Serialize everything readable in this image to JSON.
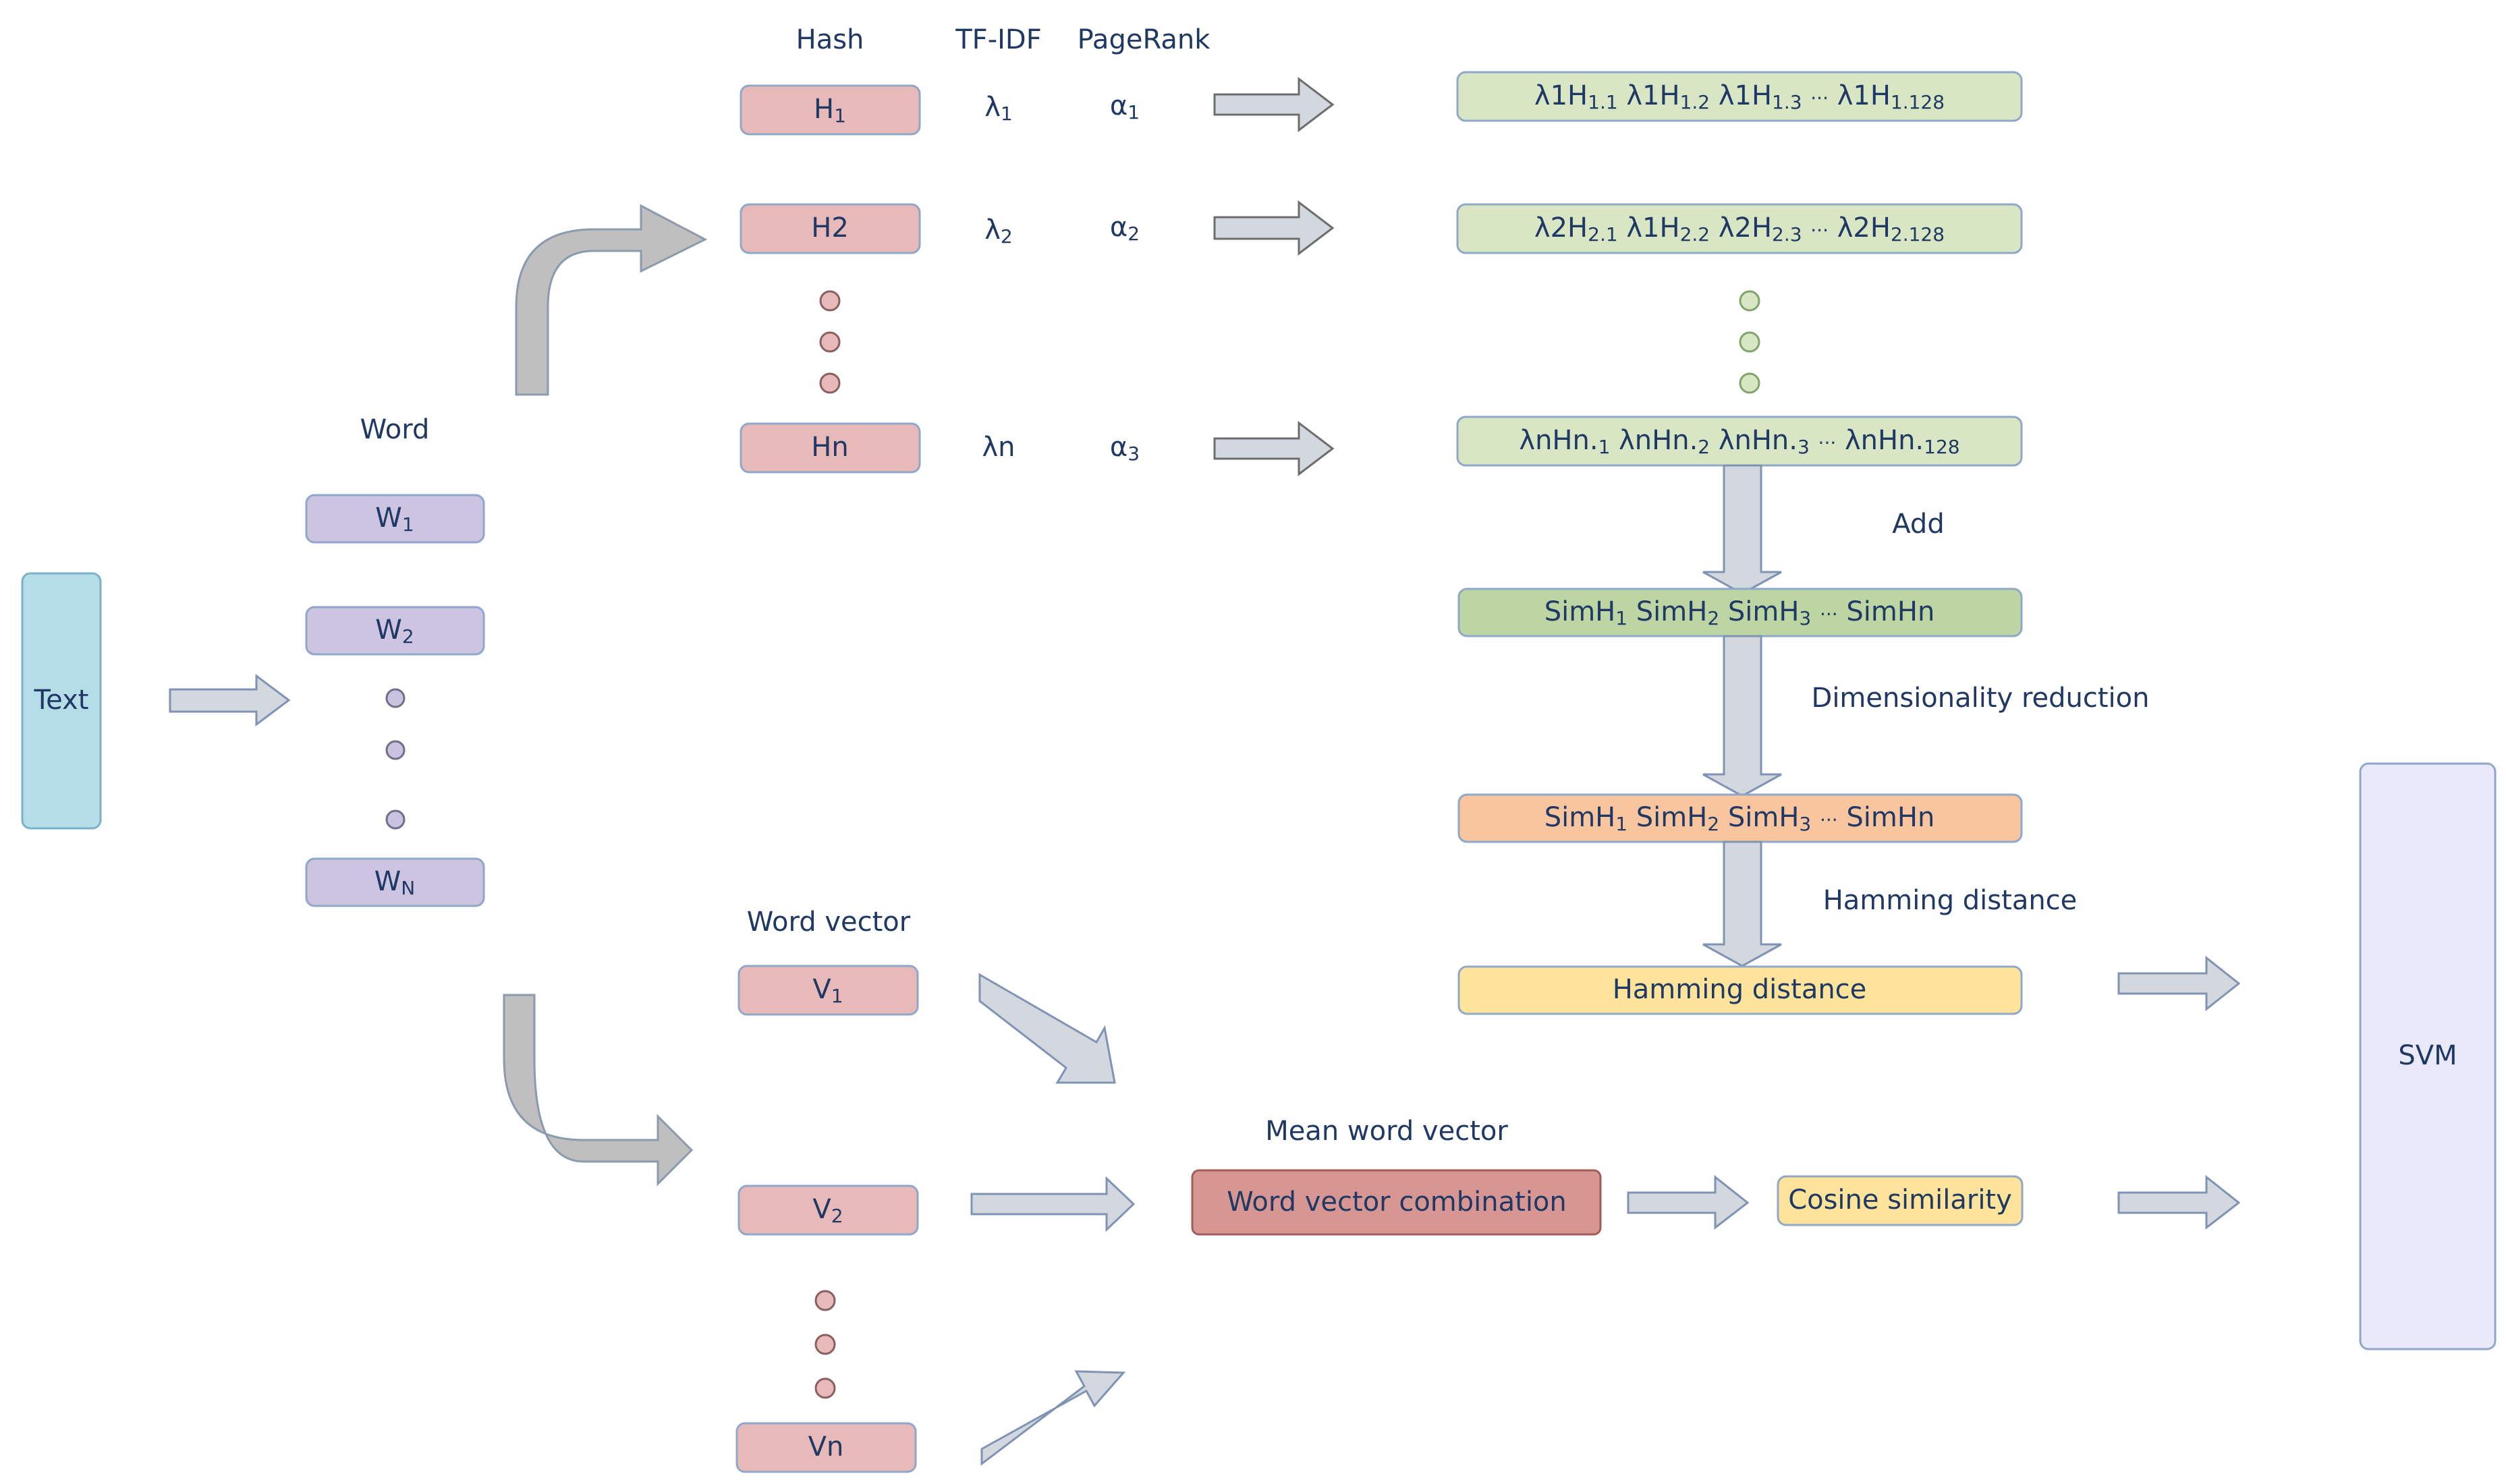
{
  "colors": {
    "text": "#1f3864",
    "text_box": "#b4dde8",
    "word_box": "#ccc4e0",
    "hash_box": "#e8b9b9",
    "weighted_box": "#d8e6c4",
    "simh_box": "#bdd5a2",
    "reduced_box": "#f9c59e",
    "hamming_box": "#fde49a",
    "combination_box": "#d89693",
    "svm_box": "#e9e9fb",
    "arrow_fill": "#d3d7de",
    "arrow_bend": "#bfbfbf"
  },
  "input": {
    "label": "Text"
  },
  "words": {
    "heading": "Word",
    "items": [
      {
        "base": "W",
        "sub": "1"
      },
      {
        "base": "W",
        "sub": "2"
      },
      {
        "base": "W",
        "sub": "N"
      }
    ]
  },
  "headers": {
    "hash": "Hash",
    "tfidf": "TF-IDF",
    "pagerank": "PageRank"
  },
  "hash_rows": [
    {
      "hash": {
        "base": "H",
        "sub": "1"
      },
      "tfidf": {
        "base": "λ",
        "sub": "1"
      },
      "pagerank": {
        "base": "α",
        "sub": "1"
      },
      "vector": [
        {
          "base": "λ1H",
          "sub": "1.1"
        },
        {
          "base": "λ1H",
          "sub": "1.2"
        },
        {
          "base": "λ1H",
          "sub": "1.3"
        },
        {
          "base": "···",
          "sub": ""
        },
        {
          "base": "λ1H",
          "sub": "1.128"
        }
      ]
    },
    {
      "hash": {
        "base": "H2",
        "sub": ""
      },
      "tfidf": {
        "base": "λ",
        "sub": "2"
      },
      "pagerank": {
        "base": "α",
        "sub": "2"
      },
      "vector": [
        {
          "base": "λ2H",
          "sub": "2.1"
        },
        {
          "base": "λ1H",
          "sub": "2.2"
        },
        {
          "base": "λ2H",
          "sub": "2.3"
        },
        {
          "base": "···",
          "sub": ""
        },
        {
          "base": "λ2H",
          "sub": "2.128"
        }
      ]
    },
    {
      "hash": {
        "base": "Hn",
        "sub": ""
      },
      "tfidf": {
        "base": "λn",
        "sub": ""
      },
      "pagerank": {
        "base": "α",
        "sub": "3"
      },
      "vector": [
        {
          "base": "λnHn.",
          "sub": "1"
        },
        {
          "base": "λnHn.",
          "sub": "2"
        },
        {
          "base": "λnHn.",
          "sub": "3"
        },
        {
          "base": "···",
          "sub": ""
        },
        {
          "base": "λnHn.",
          "sub": "128"
        }
      ]
    }
  ],
  "steps": {
    "add": "Add",
    "dimensionality_reduction": "Dimensionality reduction",
    "hamming_distance_label": "Hamming distance"
  },
  "simh_row": [
    {
      "base": "SimH",
      "sub": "1"
    },
    {
      "base": "SimH",
      "sub": "2"
    },
    {
      "base": "SimH",
      "sub": "3"
    },
    {
      "base": "···",
      "sub": ""
    },
    {
      "base": "SimHn",
      "sub": ""
    }
  ],
  "reduced_row": [
    {
      "base": "SimH",
      "sub": "1"
    },
    {
      "base": "SimH",
      "sub": "2"
    },
    {
      "base": "SimH",
      "sub": "3"
    },
    {
      "base": "···",
      "sub": ""
    },
    {
      "base": "SimHn",
      "sub": ""
    }
  ],
  "hamming_box": "Hamming distance",
  "word_vectors": {
    "heading": "Word vector",
    "items": [
      {
        "base": "V",
        "sub": "1"
      },
      {
        "base": "V",
        "sub": "2"
      },
      {
        "base": "Vn",
        "sub": ""
      }
    ]
  },
  "mean_word_vector": "Mean word vector",
  "combination": "Word vector combination",
  "cosine": "Cosine similarity",
  "classifier": "SVM"
}
